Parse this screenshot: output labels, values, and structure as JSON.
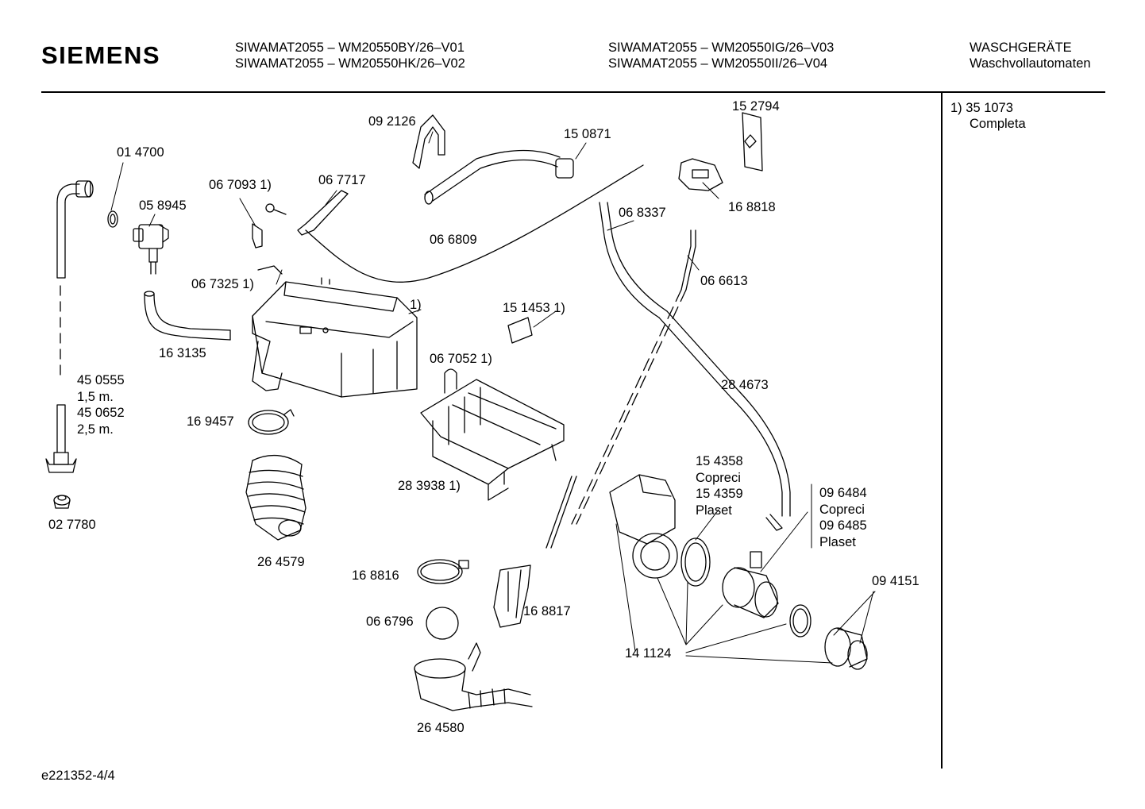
{
  "header": {
    "brand": "SIEMENS",
    "models_col1": [
      "SIWAMAT2055 – WM20550BY/26–V01",
      "SIWAMAT2055 – WM20550HK/26–V02"
    ],
    "models_col2": [
      "SIWAMAT2055 – WM20550IG/26–V03",
      "SIWAMAT2055 – WM20550II/26–V04"
    ],
    "category": [
      "WASCHGERÄTE",
      "Waschvollautomaten"
    ]
  },
  "note": {
    "marker": "1)",
    "part": "35 1073",
    "text": "Completa"
  },
  "parts": {
    "p092126": "09 2126",
    "p150871": "15 0871",
    "p152794": "15 2794",
    "p014700": "01 4700",
    "p058945": "05 8945",
    "p067093": "06 7093 1)",
    "p067717": "06 7717",
    "p168818": "16 8818",
    "p068337": "06 8337",
    "p066809": "06 6809",
    "p066613": "06 6613",
    "p067325": "06 7325 1)",
    "p1": "1)",
    "p151453": "15 1453 1)",
    "p163135": "16 3135",
    "p067052": "06 7052 1)",
    "p284673": "28 4673",
    "hose_long": [
      "45 0555",
      "1,5 m.",
      "45 0652",
      "2,5 m."
    ],
    "p169457": "16 9457",
    "p283938": "28 3938 1)",
    "pump_seal": [
      "15 4358",
      "Copreci",
      "15 4359",
      "Plaset"
    ],
    "pump_housing": [
      "09 6484",
      "Copreci",
      "09 6485",
      "Plaset"
    ],
    "p027780": "02 7780",
    "p264579": "26 4579",
    "p094151": "09 4151",
    "p168816": "16 8816",
    "p168817": "16 8817",
    "p066796": "06 6796",
    "p141124": "14 1124",
    "p264580": "26 4580"
  },
  "footer": {
    "doc_id": "e221352-4/4"
  }
}
